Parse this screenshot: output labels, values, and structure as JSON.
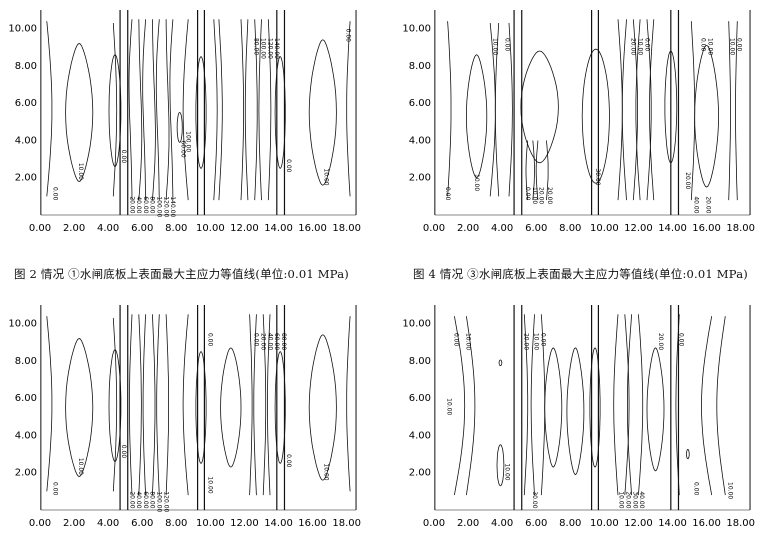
{
  "captions": [
    "图 2   情况 ①水闸底板上表面最大主应力等值线(单位:0.01 MPa)",
    "图 4   情况 ③水闸底板上表面最大主应力等值线(单位:0.01 MPa)"
  ],
  "axes": {
    "x_ticks": [
      "0.00",
      "2.00",
      "4.00",
      "6.00",
      "8.00",
      "10.00",
      "12.00",
      "14.00",
      "16.00",
      "18.00"
    ],
    "y_ticks": [
      "2.00",
      "4.00",
      "6.00",
      "8.00",
      "10.00"
    ],
    "xlim": [
      0,
      18.9
    ],
    "ylim": [
      0,
      11
    ]
  },
  "panels": [
    {
      "name": "top-left",
      "labels": [
        [
          "0.00",
          0.8,
          1.5
        ],
        [
          "10.00",
          2.3,
          2.8
        ],
        [
          "0.00",
          4.8,
          3.5
        ],
        [
          "20.00",
          5.3,
          1.0
        ],
        [
          "40.00",
          5.7,
          1.0
        ],
        [
          "60.00",
          6.1,
          1.0
        ],
        [
          "80.00",
          6.5,
          1.0
        ],
        [
          "100.00",
          6.9,
          1.0
        ],
        [
          "120.00",
          7.3,
          1.0
        ],
        [
          "140.00",
          7.7,
          1.0
        ],
        [
          "60.00",
          8.3,
          4.0
        ],
        [
          "100.00",
          8.6,
          4.5
        ],
        [
          "80.00",
          12.6,
          9.5
        ],
        [
          "100.00",
          13.0,
          9.5
        ],
        [
          "120.00",
          13.4,
          9.5
        ],
        [
          "140.00",
          13.8,
          9.5
        ],
        [
          "0.00",
          14.5,
          3.0
        ],
        [
          "10.00",
          16.7,
          2.5
        ],
        [
          "0.00",
          18.0,
          10.0
        ]
      ]
    },
    {
      "name": "top-right",
      "labels": [
        [
          "0.00",
          0.7,
          1.5
        ],
        [
          "10.00",
          2.4,
          2.2
        ],
        [
          "10.00",
          3.5,
          9.5
        ],
        [
          "0.00",
          4.2,
          9.5
        ],
        [
          "0.00",
          5.4,
          1.5
        ],
        [
          "10.00",
          5.8,
          1.5
        ],
        [
          "20.00",
          6.2,
          1.5
        ],
        [
          "20.00",
          6.7,
          1.5
        ],
        [
          "30.00",
          9.5,
          2.5
        ],
        [
          "20.00",
          11.6,
          9.5
        ],
        [
          "10.00",
          12.0,
          9.5
        ],
        [
          "0.00",
          12.4,
          9.5
        ],
        [
          "0.00",
          15.7,
          9.5
        ],
        [
          "10.00",
          16.1,
          9.5
        ],
        [
          "20.00",
          14.8,
          2.3
        ],
        [
          "40.00",
          15.3,
          1.0
        ],
        [
          "20.00",
          16.0,
          1.0
        ],
        [
          "10.00",
          17.4,
          9.5
        ],
        [
          "0.00",
          17.8,
          9.5
        ]
      ]
    },
    {
      "name": "bottom-left",
      "labels": [
        [
          "0.00",
          0.8,
          1.5
        ],
        [
          "10.00",
          2.3,
          2.8
        ],
        [
          "0.00",
          4.8,
          3.5
        ],
        [
          "20.00",
          5.3,
          1.0
        ],
        [
          "40.00",
          5.7,
          1.0
        ],
        [
          "60.00",
          6.1,
          1.0
        ],
        [
          "80.00",
          6.5,
          1.0
        ],
        [
          "100.00",
          6.9,
          1.0
        ],
        [
          "120.00",
          7.3,
          1.0
        ],
        [
          "0.00",
          9.9,
          9.5
        ],
        [
          "10.00",
          9.9,
          1.8
        ],
        [
          "0.00",
          12.6,
          9.5
        ],
        [
          "20.00",
          13.0,
          9.5
        ],
        [
          "40.00",
          13.4,
          9.5
        ],
        [
          "60.00",
          13.8,
          9.5
        ],
        [
          "80.00",
          14.2,
          9.5
        ],
        [
          "0.00",
          14.5,
          3.0
        ],
        [
          "10.00",
          16.7,
          2.5
        ]
      ]
    },
    {
      "name": "bottom-right",
      "labels": [
        [
          "0.00",
          1.2,
          9.5
        ],
        [
          "10.00",
          1.9,
          9.5
        ],
        [
          "10.00",
          0.8,
          6.0
        ],
        [
          "10.00",
          4.2,
          2.5
        ],
        [
          "20.00",
          5.3,
          9.5
        ],
        [
          "10.00",
          5.9,
          9.5
        ],
        [
          "0.00",
          6.3,
          9.5
        ],
        [
          "30.00",
          5.8,
          1.0
        ],
        [
          "10.00",
          10.9,
          1.0
        ],
        [
          "20.00",
          11.3,
          1.0
        ],
        [
          "30.00",
          11.7,
          1.0
        ],
        [
          "40.00",
          12.1,
          1.0
        ],
        [
          "20.00",
          13.2,
          9.5
        ],
        [
          "0.00",
          14.4,
          9.5
        ],
        [
          "0.00",
          15.3,
          1.5
        ],
        [
          "10.00",
          17.3,
          1.5
        ]
      ]
    }
  ]
}
